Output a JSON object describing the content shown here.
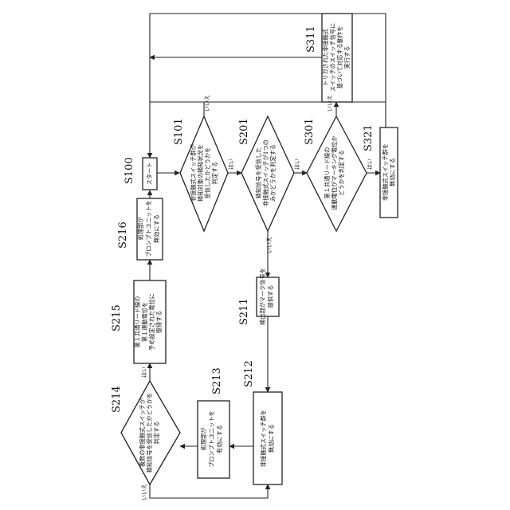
{
  "diagram": {
    "labels": {
      "s100": "S100",
      "s101": "S101",
      "s201": "S201",
      "s301": "S301",
      "s311": "S311",
      "s321": "S321",
      "s211": "S211",
      "s212": "S212",
      "s213": "S213",
      "s214": "S214",
      "s215": "S215",
      "s216": "S216"
    },
    "nodes": {
      "start": [
        "スタート"
      ],
      "s101": [
        "非接触式スイッチ群が",
        "検知対象の検知状況を",
        "受信したかどうかを",
        "判定する"
      ],
      "s201": [
        "検知信号を受信した",
        "非接触式スイッチが1つの",
        "みかどうかを判定する"
      ],
      "s301": [
        "第１共通リード線の",
        "連動電位がマーキング電位か",
        "どうかを判定する"
      ],
      "s311": [
        "トリガされた非接触式",
        "スイッチのスイッチ信号に",
        "基づいて対応する動作を",
        "実行する"
      ],
      "s321": [
        "非接触式スイッチ群を",
        "無効にする"
      ],
      "s211": [
        "検出部がマーク信号を",
        "提供する"
      ],
      "s212": [
        "非接触式スイッチ群を",
        "無効にする"
      ],
      "s213": [
        "処理部が",
        "プロンプトユニットを",
        "有効にする"
      ],
      "s214": [
        "複数の非接触式スイッチが",
        "検知信号を受信したかどうかを",
        "判定する"
      ],
      "s215": [
        "第１共通リード線の",
        "第１連動電位を",
        "予め設定された電位に",
        "復帰する"
      ],
      "s216": [
        "処理部が",
        "プロンプトユニットを",
        "無効にする"
      ]
    },
    "branches": {
      "s101_no": "いいえ",
      "s101_yes": "はい",
      "s201_yes": "はい",
      "s201_no": "いいえ",
      "s301_no": "いいえ",
      "s301_yes": "はい",
      "s214_yes": "はい",
      "s214_no": "いいえ"
    }
  }
}
